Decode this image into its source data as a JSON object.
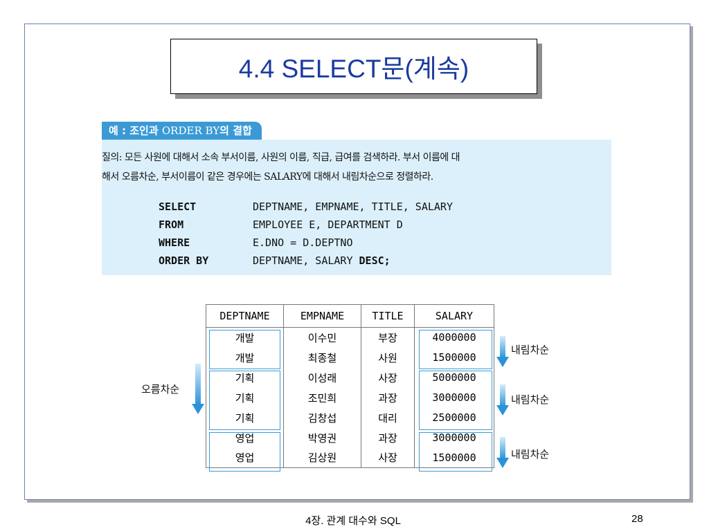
{
  "slide": {
    "title": "4.4 SELECT문(계속)",
    "example_tag": {
      "prefix": "예 : 조인과 ",
      "mono": "ORDER BY",
      "suffix": "의 결합"
    },
    "question": {
      "line1": "질의: 모든 사원에 대해서 소속 부서이름, 사원의 이름, 직급, 급여를 검색하라. 부서 이름에 대",
      "line2": "해서 오름차순, 부서이름이 같은 경우에는 SALARY에 대해서 내림차순으로 정렬하라."
    },
    "sql": [
      {
        "keyword": "SELECT",
        "body": "DEPTNAME, EMPNAME, TITLE, SALARY"
      },
      {
        "keyword": "FROM",
        "body": "EMPLOYEE E, DEPARTMENT D"
      },
      {
        "keyword": "WHERE",
        "body": "E.DNO = D.DEPTNO"
      },
      {
        "keyword": "ORDER BY",
        "body": "DEPTNAME, SALARY ",
        "bold_tail": "DESC;"
      }
    ],
    "table": {
      "headers": [
        "DEPTNAME",
        "EMPNAME",
        "TITLE",
        "SALARY"
      ],
      "rows": [
        [
          "개발",
          "이수민",
          "부장",
          "4000000"
        ],
        [
          "개발",
          "최종철",
          "사원",
          "1500000"
        ],
        [
          "기획",
          "이성래",
          "사장",
          "5000000"
        ],
        [
          "기획",
          "조민희",
          "과장",
          "3000000"
        ],
        [
          "기획",
          "김창섭",
          "대리",
          "2500000"
        ],
        [
          "영업",
          "박영권",
          "과장",
          "3000000"
        ],
        [
          "영업",
          "김상원",
          "사장",
          "1500000"
        ]
      ]
    },
    "annotations": {
      "ascending": "오름차순",
      "descending": [
        "내림차순",
        "내림차순",
        "내림차순"
      ]
    },
    "accent_color": "#3b9ad6",
    "title_color": "#1a3ba0"
  },
  "footer": {
    "text": "4장. 관계 대수와 SQL",
    "page": "28"
  }
}
